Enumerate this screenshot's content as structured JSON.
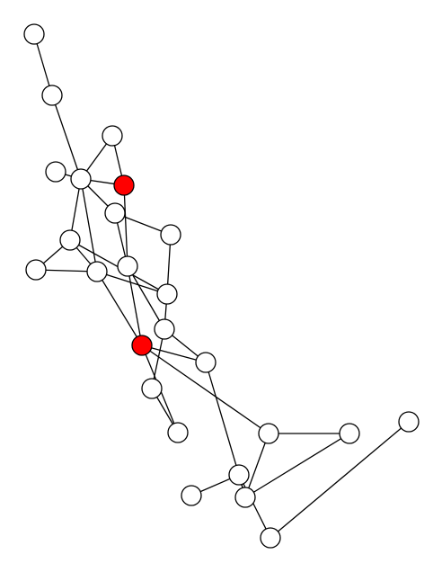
{
  "colors": {
    "background": "#ffffff",
    "edge": "#000000",
    "node_default": "#ffffff",
    "node_highlight": "#ff0000",
    "node_stroke": "#000000"
  },
  "graph": {
    "nodes": [
      {
        "id": "n1",
        "highlighted": false
      },
      {
        "id": "n2",
        "highlighted": false
      },
      {
        "id": "n3",
        "highlighted": false
      },
      {
        "id": "n4",
        "highlighted": false
      },
      {
        "id": "n5",
        "highlighted": false
      },
      {
        "id": "n6",
        "highlighted": true
      },
      {
        "id": "n7",
        "highlighted": false
      },
      {
        "id": "n8",
        "highlighted": false
      },
      {
        "id": "n9",
        "highlighted": false
      },
      {
        "id": "n10",
        "highlighted": false
      },
      {
        "id": "n11",
        "highlighted": false
      },
      {
        "id": "n12",
        "highlighted": false
      },
      {
        "id": "n13",
        "highlighted": false
      },
      {
        "id": "n14",
        "highlighted": false
      },
      {
        "id": "n15",
        "highlighted": true
      },
      {
        "id": "n16",
        "highlighted": false
      },
      {
        "id": "n17",
        "highlighted": false
      },
      {
        "id": "n18",
        "highlighted": false
      },
      {
        "id": "n19",
        "highlighted": false
      },
      {
        "id": "n20",
        "highlighted": false
      },
      {
        "id": "n21",
        "highlighted": false
      },
      {
        "id": "n22",
        "highlighted": false
      },
      {
        "id": "n23",
        "highlighted": false
      },
      {
        "id": "n24",
        "highlighted": false
      },
      {
        "id": "n25",
        "highlighted": false
      }
    ],
    "edges": [
      [
        "n1",
        "n2"
      ],
      [
        "n2",
        "n5"
      ],
      [
        "n3",
        "n5"
      ],
      [
        "n3",
        "n6"
      ],
      [
        "n4",
        "n5"
      ],
      [
        "n5",
        "n6"
      ],
      [
        "n5",
        "n7"
      ],
      [
        "n5",
        "n9"
      ],
      [
        "n5",
        "n11"
      ],
      [
        "n6",
        "n12"
      ],
      [
        "n7",
        "n8"
      ],
      [
        "n7",
        "n12"
      ],
      [
        "n8",
        "n13"
      ],
      [
        "n9",
        "n10"
      ],
      [
        "n9",
        "n11"
      ],
      [
        "n9",
        "n13"
      ],
      [
        "n10",
        "n11"
      ],
      [
        "n11",
        "n13"
      ],
      [
        "n11",
        "n15"
      ],
      [
        "n12",
        "n15"
      ],
      [
        "n12",
        "n14"
      ],
      [
        "n13",
        "n14"
      ],
      [
        "n14",
        "n17"
      ],
      [
        "n14",
        "n16"
      ],
      [
        "n15",
        "n17"
      ],
      [
        "n15",
        "n18"
      ],
      [
        "n16",
        "n18"
      ],
      [
        "n15",
        "n19"
      ],
      [
        "n17",
        "n20"
      ],
      [
        "n19",
        "n22"
      ],
      [
        "n19",
        "n23"
      ],
      [
        "n20",
        "n21"
      ],
      [
        "n20",
        "n23"
      ],
      [
        "n20",
        "n24"
      ],
      [
        "n21",
        "n25"
      ],
      [
        "n22",
        "n23"
      ],
      [
        "n23",
        "n20"
      ]
    ]
  }
}
